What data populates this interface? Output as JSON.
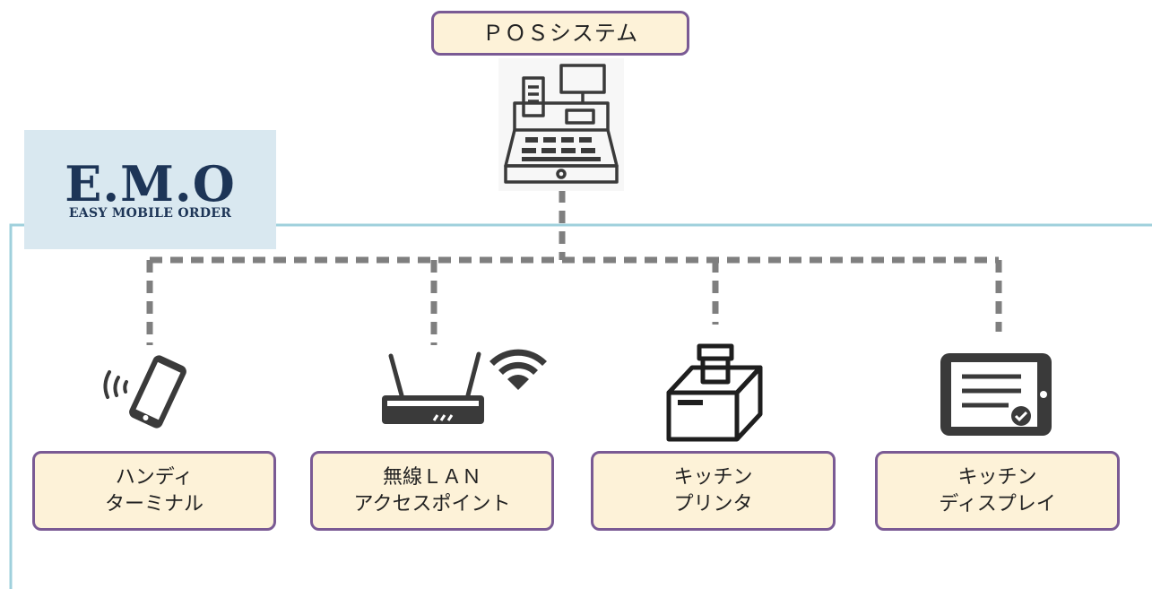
{
  "pos": {
    "label": "ＰＯＳシステム",
    "icon": "cash-register-icon"
  },
  "logo": {
    "main": "E.M.O",
    "sub": "EASY MOBILE ORDER"
  },
  "colors": {
    "box_fill": "#fdf2d8",
    "box_border": "#7a5a94",
    "connector": "#7f7f7f",
    "frame": "#9fd0dc",
    "logo_bg": "#d9e8f0",
    "logo_text": "#1d3557",
    "icon": "#3a3a3a"
  },
  "devices": [
    {
      "line1": "ハンディ",
      "line2": "ターミナル",
      "icon": "handheld-terminal-icon"
    },
    {
      "line1": "無線ＬＡＮ",
      "line2": "アクセスポイント",
      "icon": "wifi-router-icon"
    },
    {
      "line1": "キッチン",
      "line2": "プリンタ",
      "icon": "kitchen-printer-icon"
    },
    {
      "line1": "キッチン",
      "line2": "ディスプレイ",
      "icon": "kitchen-display-icon"
    }
  ]
}
